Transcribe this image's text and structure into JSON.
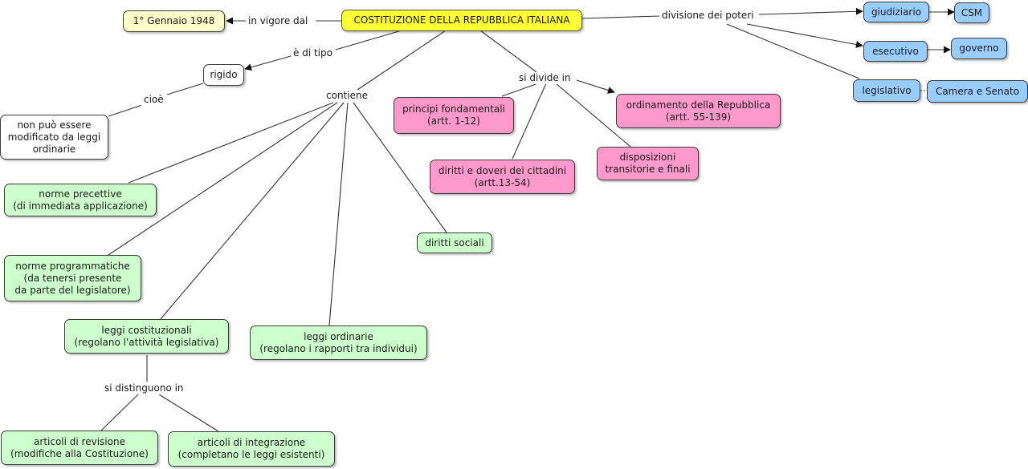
{
  "colors": {
    "root": "#ffff33",
    "date": "#ffffcc",
    "plain": "#ffffff",
    "green": "#ccffcc",
    "pink": "#ff99cc",
    "blue": "#99ccff",
    "line": "#333333"
  },
  "nodes": {
    "root": "COSTITUZIONE DELLA REPUBBLICA ITALIANA",
    "date": "1° Gennaio 1948",
    "rigido": "rigido",
    "non_modificabile": "non può essere\nmodificato da leggi\nordinarie",
    "norme_precettive": "norme precettive\n(di immediata applicazione)",
    "norme_programmatiche": "norme programmatiche\n(da tenersi presente\nda parte del legislatore)",
    "leggi_costituzionali": "leggi costituzionali\n(regolano l'attività legislativa)",
    "leggi_ordinarie": "leggi ordinarie\n(regolano i rapporti tra individui)",
    "diritti_sociali": "diritti sociali",
    "articoli_revisione": "articoli di revisione\n(modifiche alla Costituzione)",
    "articoli_integrazione": "articoli di integrazione\n(completano le leggi esistenti)",
    "principi": "principi fondamentali\n(artt. 1-12)",
    "diritti_doveri": "diritti e doveri dei cittadini\n(artt.13-54)",
    "ordinamento": "ordinamento della Repubblica\n(artt. 55-139)",
    "disposizioni": "disposizioni\ntransitorie e finali",
    "giudiziario": "giudiziario",
    "csm": "CSM",
    "esecutivo": "esecutivo",
    "governo": "governo",
    "legislativo": "legislativo",
    "camera_senato": "Camera e Senato"
  },
  "links": {
    "in_vigore": "in vigore dal",
    "tipo": "è di tipo",
    "cioe": "cioè",
    "contiene": "contiene",
    "si_divide": "si divide in",
    "divisione": "divisione dei poteri",
    "si_distinguono": "si distinguono in"
  }
}
